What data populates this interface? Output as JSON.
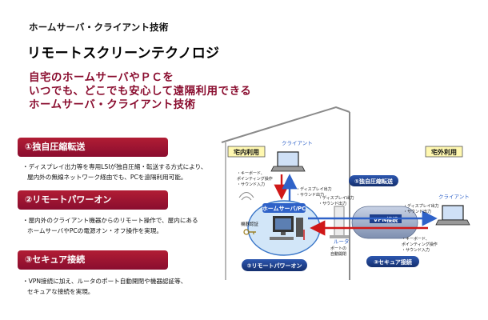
{
  "header": {
    "category": "ホームサーバ・クライアント技術",
    "title": "リモートスクリーンテクノロジ"
  },
  "tagline": [
    "自宅のホームサーバやＰＣを",
    "いつでも、どこでも安心して遠隔利用できる",
    "ホームサーバ・クライアント技術"
  ],
  "features": [
    {
      "heading": "①独自圧縮転送",
      "description": [
        "・ディスプレイ出力等を専用LSIが独自圧縮・転送する方式により、",
        "屋内外の無線ネットワーク経由でも、PCを遠隔利用可能。"
      ]
    },
    {
      "heading": "②リモートパワーオン",
      "description": [
        "・屋内外のクライアント機器からのリモート操作で、屋内にある",
        "ホームサーバやPCの電源オン・オフ操作を実現。"
      ]
    },
    {
      "heading": "③セキュア接続",
      "description": [
        "・VPN接続に加え、ルータのポート自動開閉や機器認証等、",
        "セキュアな接続を実現。"
      ]
    }
  ],
  "diagram": {
    "in_home_label": "宅内利用",
    "outdoor_label": "宅外利用",
    "client_inhome": "クライアント",
    "client_outdoor": "クライアント",
    "inhome_client_items": [
      "・キーボード、",
      "ポインティング操作",
      "・サウンド入力"
    ],
    "server_outputs": [
      "・ディスプレイ出力",
      "・サウンド出力"
    ],
    "server_outputs_2": [
      "・ディスプレイ出力",
      "・サウンド出力"
    ],
    "outdoor_outputs": [
      "・ディスプレイ出力",
      "・サウンド出力"
    ],
    "outdoor_inputs": [
      "・キーボード、",
      "ポインティング操作",
      "・サウンド入力"
    ],
    "home_server": "ホームサーバ/PC",
    "device_auth": "機器認証",
    "router": [
      "ルータ",
      "ポートの",
      "自動開閉"
    ],
    "vpn": "VPN接続",
    "badge_compression": "①独自圧縮転送",
    "badge_power": "②リモートパワーオン",
    "badge_secure": "③セキュア接続"
  },
  "colors": {
    "accent": "#8a0d2f",
    "badge_blue": "#1d3f8c",
    "arrow_blue": "#2f62c8",
    "arrow_red": "#d01818",
    "house_line": "#8a8a8a",
    "label_box": "#fff8b0"
  }
}
